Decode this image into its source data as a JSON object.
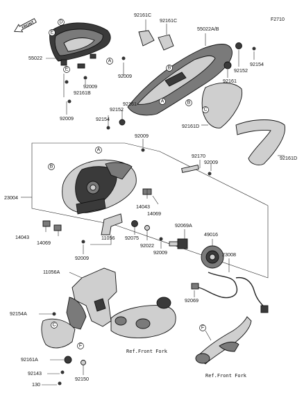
{
  "diagram_code": "F2710",
  "front_label": "FRONT",
  "ref_labels": [
    "Ref.Front Fork",
    "Ref.Front Fork"
  ],
  "callout_letters": [
    "A",
    "B",
    "C",
    "D",
    "E",
    "F"
  ],
  "part_labels": {
    "p55022": "55022",
    "p92161C_a": "92161C",
    "p92161C_b": "92161C",
    "p55022AB": "55022A/B",
    "p92154_top": "92154",
    "p92152_top": "92152",
    "p92161_top": "92161",
    "p92009_a": "92009",
    "p92009_b": "92009",
    "p92161B": "92161B",
    "p92009_c": "92009",
    "p92161": "92161",
    "p92152": "92152",
    "p92154": "92154",
    "p92161D": "92161D",
    "p92161D_r": "92161D",
    "p92009_d": "92009",
    "p92170": "92170",
    "p92009_e": "92009",
    "p23004": "23004",
    "p14043_a": "14043",
    "p14069_a": "14069",
    "p14043_b": "14043",
    "p14069_b": "14069",
    "p11056": "11056",
    "p92075": "92075",
    "p92022": "92022",
    "p92009_f": "92009",
    "p92069A": "92069A",
    "p49016": "49016",
    "p23008": "23008",
    "p92009_g": "92009",
    "p92069": "92069",
    "p11056A": "11056A",
    "p92154A": "92154A",
    "p92161A": "92161A",
    "p92143": "92143",
    "p92150": "92150",
    "p130": "130"
  }
}
